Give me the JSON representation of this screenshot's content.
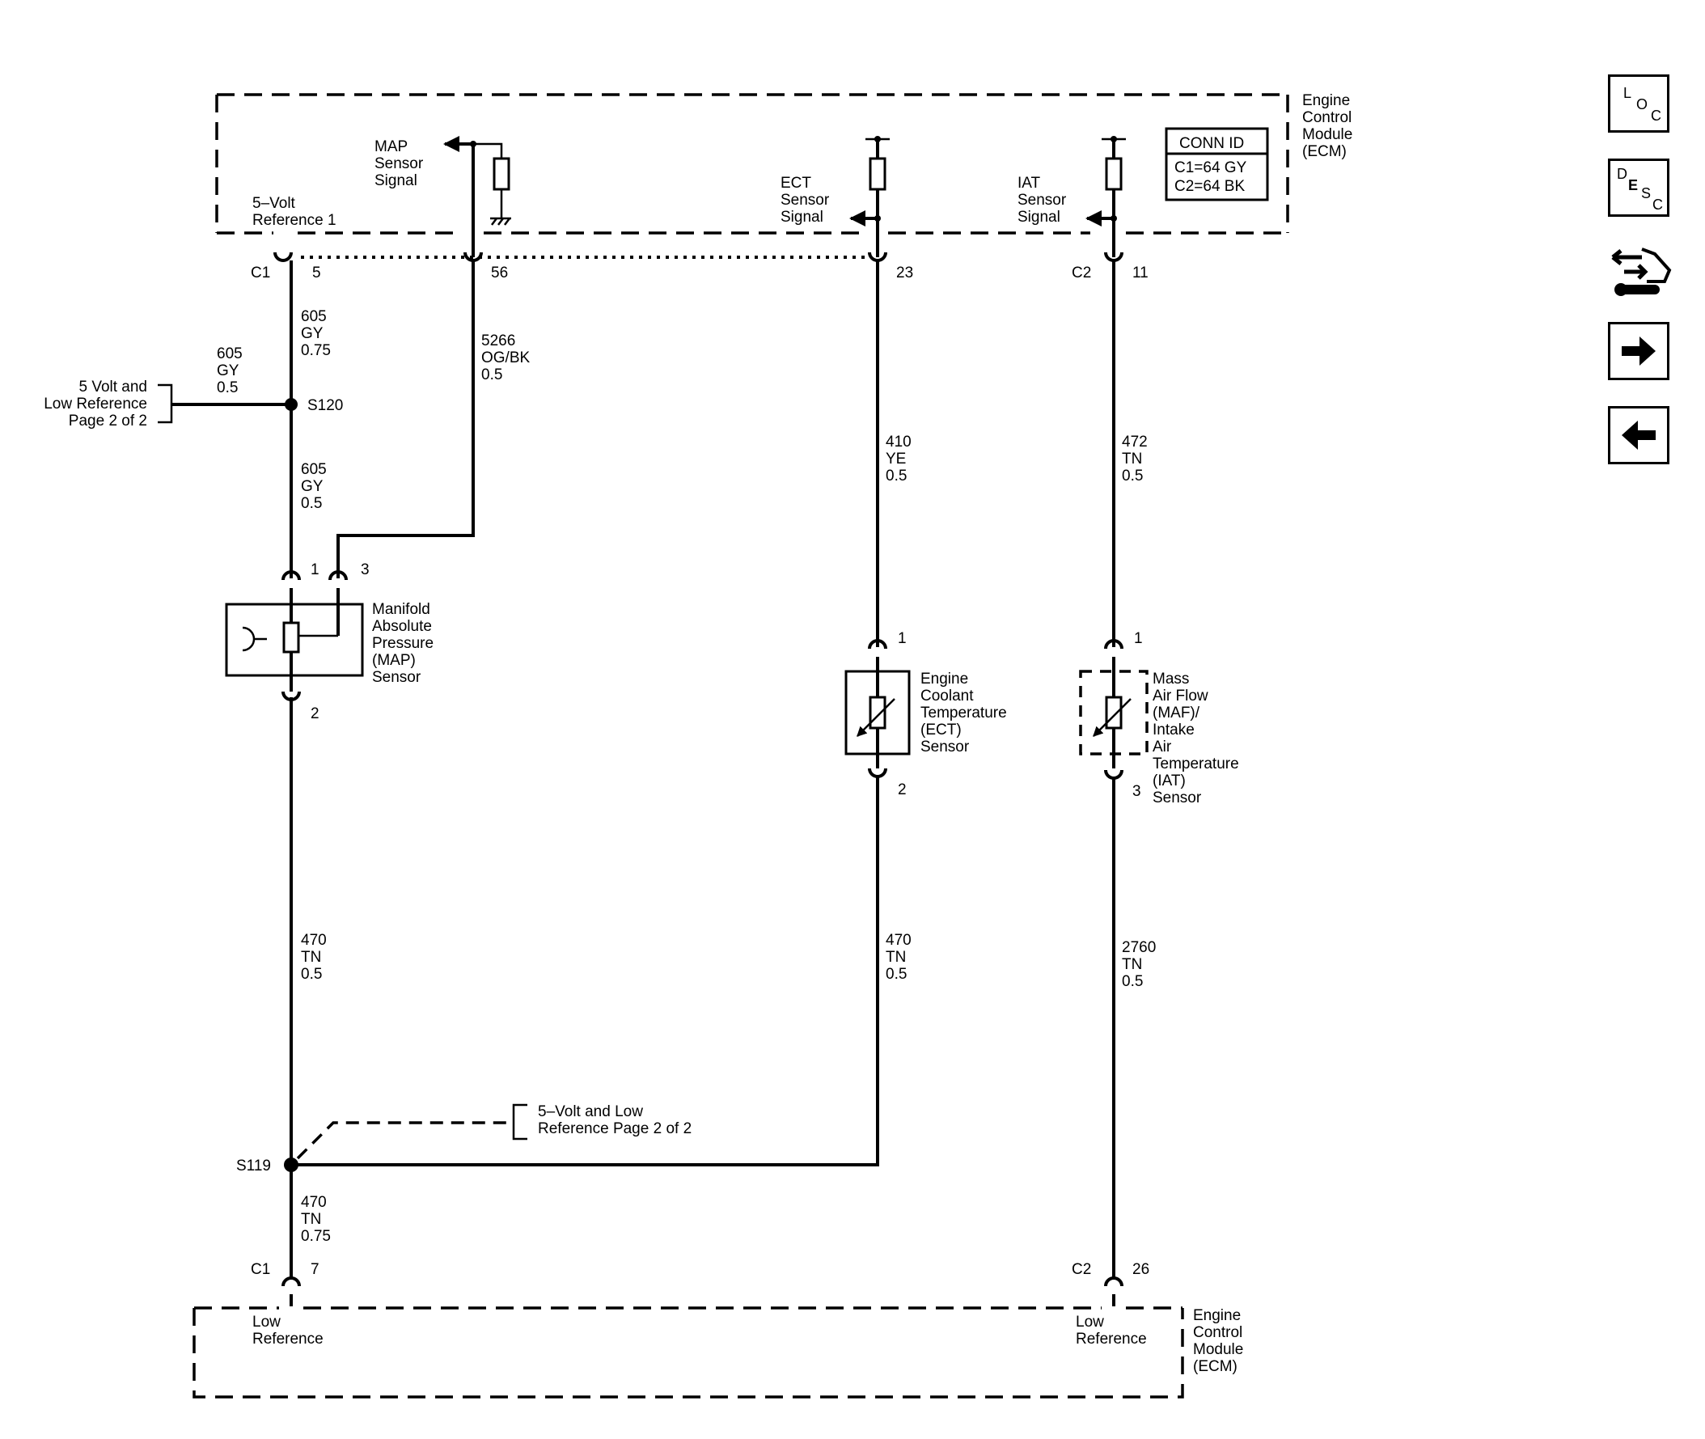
{
  "ecm_top": {
    "module_label": [
      "Engine",
      "Control",
      "Module",
      "(ECM)"
    ],
    "conn_id": {
      "title": "CONN ID",
      "c1": "C1=64 GY",
      "c2": "C2=64 BK"
    },
    "five_volt_ref_label": [
      "5–Volt",
      "Reference 1"
    ],
    "map_signal_label": [
      "MAP",
      "Sensor",
      "Signal"
    ],
    "ect_signal_label": [
      "ECT",
      "Sensor",
      "Signal"
    ],
    "iat_signal_label": [
      "IAT",
      "Sensor",
      "Signal"
    ]
  },
  "connectors": {
    "c1": "C1",
    "c2": "C2",
    "pin_5": "5",
    "pin_56": "56",
    "pin_23": "23",
    "pin_11": "11",
    "pin_7": "7",
    "pin_26": "26"
  },
  "wires": {
    "w605_075": [
      "605",
      "GY",
      "0.75"
    ],
    "w605_left": [
      "605",
      "GY",
      "0.5"
    ],
    "w605_05": [
      "605",
      "GY",
      "0.5"
    ],
    "w5266": [
      "5266",
      "OG/BK",
      "0.5"
    ],
    "w410": [
      "410",
      "YE",
      "0.5"
    ],
    "w472": [
      "472",
      "TN",
      "0.5"
    ],
    "w470_map": [
      "470",
      "TN",
      "0.5"
    ],
    "w470_ect": [
      "470",
      "TN",
      "0.5"
    ],
    "w2760": [
      "2760",
      "TN",
      "0.5"
    ],
    "w470_bottom": [
      "470",
      "TN",
      "0.75"
    ]
  },
  "splices": {
    "s120": "S120",
    "s119": "S119"
  },
  "references": {
    "ref_s120": [
      "5 Volt and",
      "Low Reference",
      "Page 2 of 2"
    ],
    "ref_s119": [
      "5–Volt and Low",
      "Reference Page 2 of 2"
    ]
  },
  "map_sensor": {
    "label": [
      "Manifold",
      "Absolute",
      "Pressure",
      "(MAP)",
      "Sensor"
    ],
    "pin_1": "1",
    "pin_3": "3",
    "pin_2": "2"
  },
  "ect_sensor": {
    "label": [
      "Engine",
      "Coolant",
      "Temperature",
      "(ECT)",
      "Sensor"
    ],
    "pin_1": "1",
    "pin_2": "2"
  },
  "maf_iat_sensor": {
    "label": [
      "Mass",
      "Air Flow",
      "(MAF)/",
      "Intake",
      "Air",
      "Temperature",
      "(IAT)",
      "Sensor"
    ],
    "pin_1": "1",
    "pin_3": "3"
  },
  "ecm_bottom": {
    "module_label": [
      "Engine",
      "Control",
      "Module",
      "(ECM)"
    ],
    "low_ref_left": [
      "Low",
      "Reference"
    ],
    "low_ref_right": [
      "Low",
      "Reference"
    ]
  },
  "nav": {
    "loc": {
      "l": "L",
      "o": "O",
      "c": "C"
    },
    "desc": {
      "d": "D",
      "e": "E",
      "s": "S",
      "c": "C"
    },
    "icons": [
      "connector-icon",
      "next-arrow-icon",
      "previous-arrow-icon"
    ]
  }
}
